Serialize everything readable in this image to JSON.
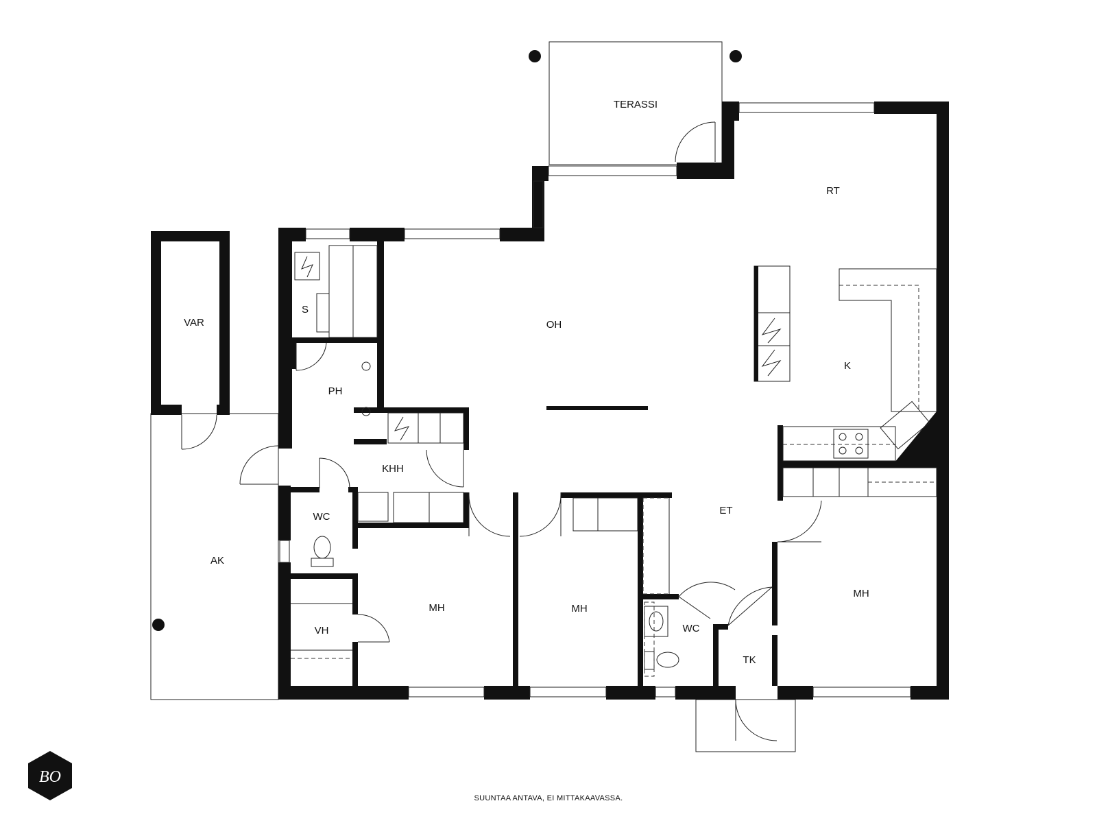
{
  "rooms": {
    "terassi": "TERASSI",
    "rt": "RT",
    "oh": "OH",
    "k": "K",
    "var": "VAR",
    "s": "S",
    "ph": "PH",
    "khh": "KHH",
    "wc_left": "WC",
    "ak": "AK",
    "vh": "VH",
    "mh_1": "MH",
    "mh_2": "MH",
    "et": "ET",
    "wc_right": "WC",
    "tk": "TK",
    "mh_3": "MH"
  },
  "caption": "SUUNTAA ANTAVA, EI MITTAKAAVASSA.",
  "colors": {
    "wall": "#111111",
    "background": "#ffffff"
  },
  "logo_text": "BO"
}
